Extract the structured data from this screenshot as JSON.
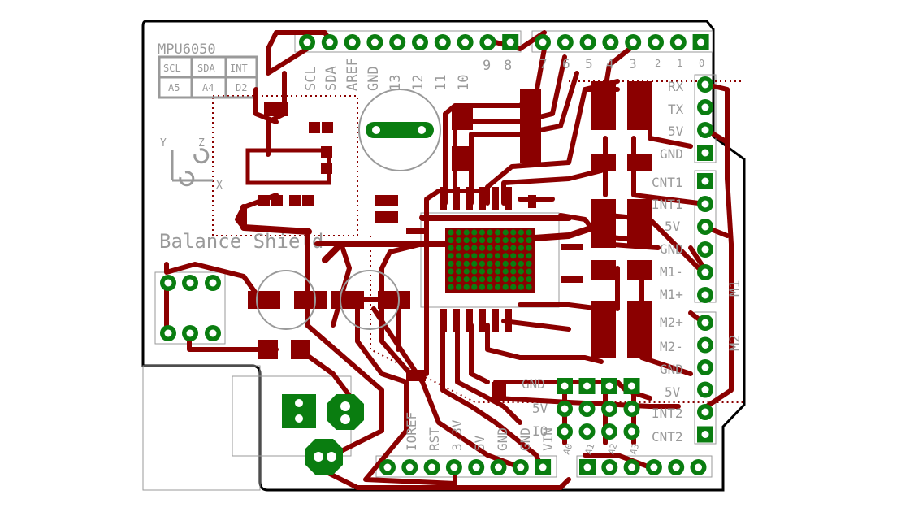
{
  "board": {
    "title": "Balance Shield",
    "chip_label": "MPU6050",
    "pin_map_top": [
      "SCL",
      "SDA",
      "INT"
    ],
    "pin_map_bottom": [
      "A5",
      "A4",
      "D2"
    ],
    "axis_labels": [
      "Y",
      "Z",
      "X"
    ]
  },
  "top_header": {
    "labels": [
      "SCL",
      "SDA",
      "AREF",
      "GND",
      "13",
      "12",
      "11",
      "10",
      "9",
      "8"
    ],
    "digital_labels": [
      "7",
      "6",
      "5",
      "4",
      "3",
      "2",
      "1",
      "0"
    ]
  },
  "right_labels": [
    "RX",
    "TX",
    "5V",
    "GND",
    "CNT1",
    "INT1",
    "5V",
    "GND",
    "M1-",
    "M1+",
    "M2+",
    "M2-",
    "GND",
    "5V",
    "INT2",
    "CNT2"
  ],
  "motor_labels": [
    "M1",
    "M2"
  ],
  "bottom_header": {
    "power_labels": [
      "IOREF",
      "RST",
      "3.3V",
      "5V",
      "GND",
      "GND",
      "VIN"
    ],
    "analog_labels": [
      "A0",
      "A1",
      "A2",
      "A3"
    ]
  },
  "aux_labels": [
    "GND",
    "5V",
    "IO"
  ],
  "colors": {
    "copper": "#8b0000",
    "via": "#0a7d10",
    "silk": "#9a9a9a",
    "outline": "#000000"
  }
}
